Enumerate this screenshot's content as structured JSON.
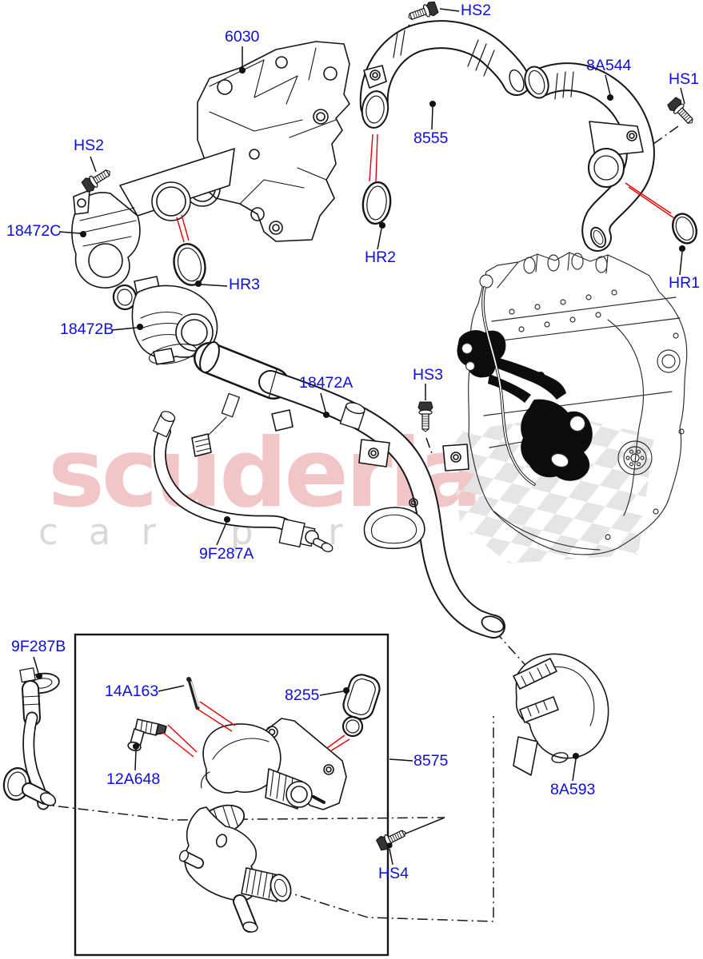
{
  "watermark": {
    "brand": "scuderia",
    "tagline_left": "car",
    "tagline_right": "parts"
  },
  "labels": {
    "l6030": "6030",
    "hs2_top": "HS2",
    "p8a544": "8A544",
    "hs1": "HS1",
    "hs2_left": "HS2",
    "p18472c": "18472C",
    "hr3": "HR3",
    "p8555": "8555",
    "hr2": "HR2",
    "hr1": "HR1",
    "p18472b": "18472B",
    "p18472a": "18472A",
    "hs3": "HS3",
    "p9f287a": "9F287A",
    "p9f287b": "9F287B",
    "p14a163": "14A163",
    "p12a648": "12A648",
    "p8255": "8255",
    "p8575": "8575",
    "p8a593": "8A593",
    "hs4": "HS4"
  },
  "colors": {
    "label_blue": "#0d0de0",
    "pointer_red": "#e60000",
    "line_black": "#161616",
    "watermark_pink": "#f2c6c6",
    "watermark_gray": "#d9d9d9",
    "checker_gray": "#e4e4e4"
  }
}
